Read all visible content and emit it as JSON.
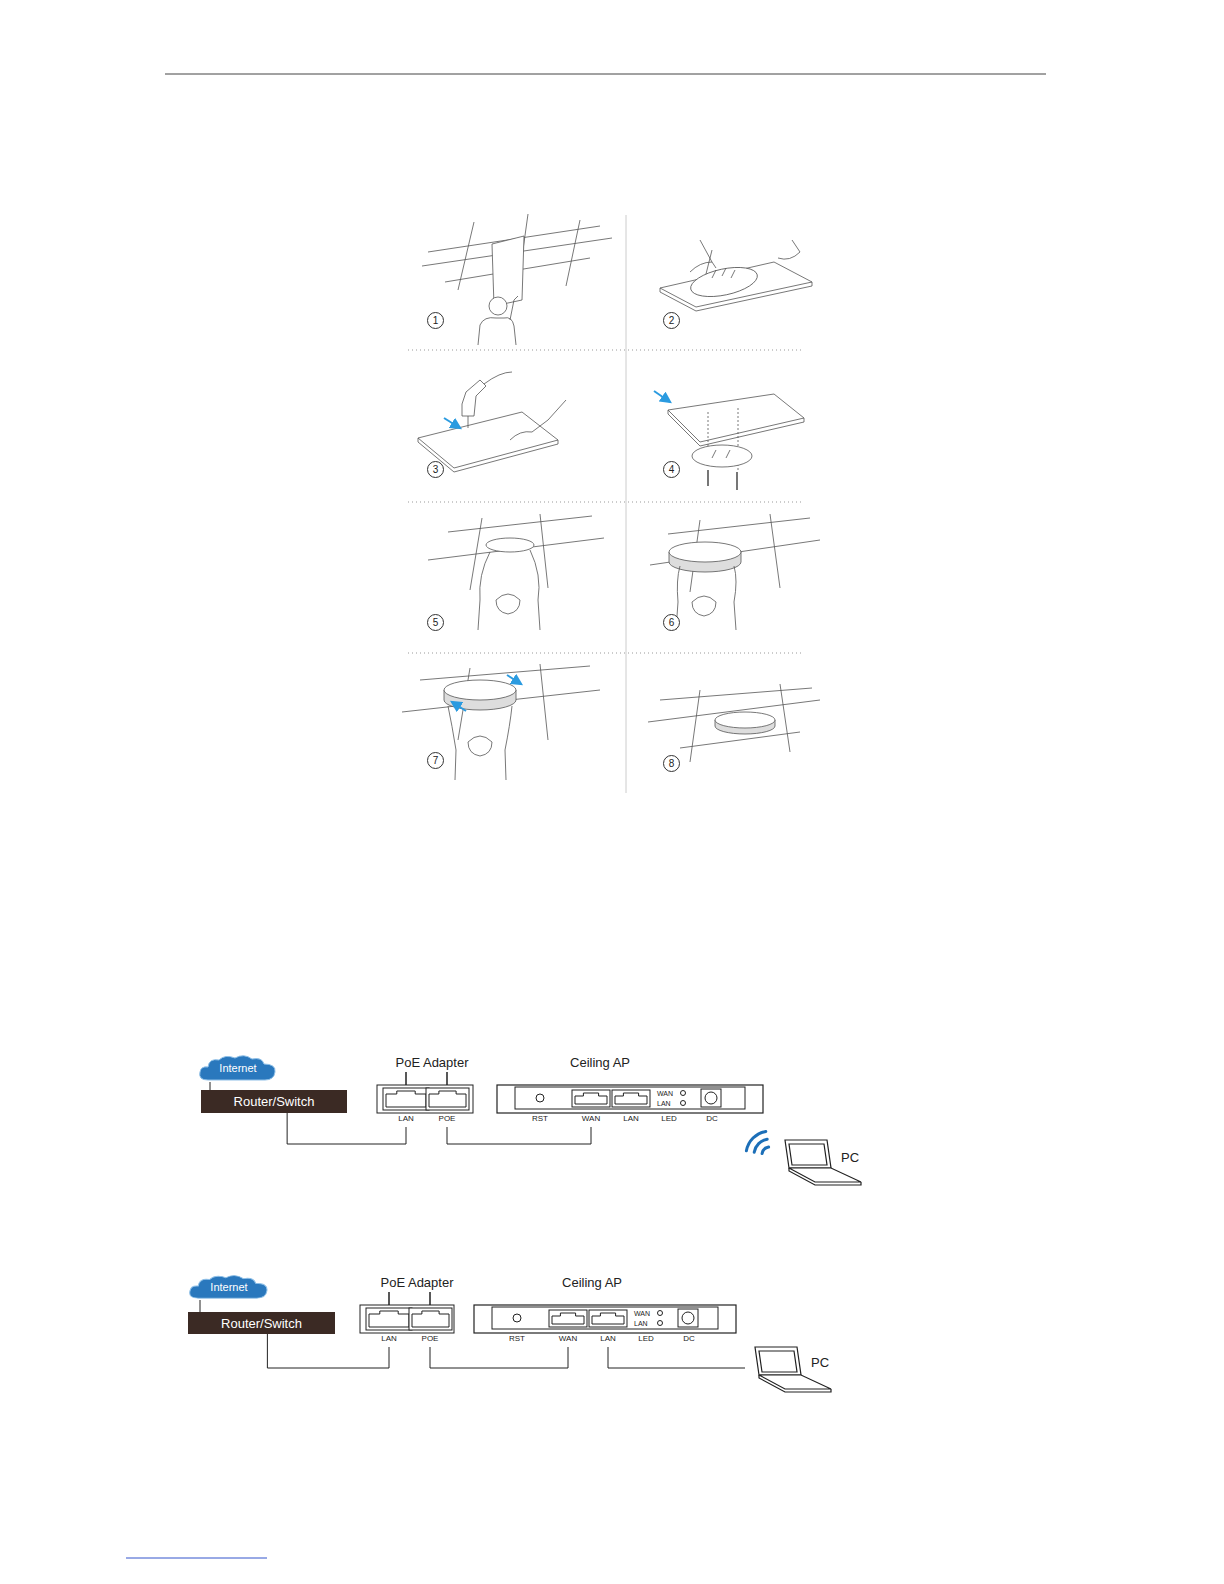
{
  "diagram": {
    "nodes": [
      {
        "text": [
          "Internet"
        ]
      },
      {
        "text": [
          "Router/Switch"
        ]
      },
      {
        "text": [
          "PoE Adapter",
          "LAN",
          "POE"
        ]
      },
      {
        "text": [
          "Ceiling AP",
          "WAN",
          "LAN",
          "RST",
          "WAN",
          "LAN",
          "LED",
          "DC"
        ]
      },
      {
        "text": [
          "PC"
        ]
      },
      {
        "text": [
          "Internet"
        ]
      },
      {
        "text": [
          "Router/Switch"
        ]
      },
      {
        "text": [
          "PoE Adapter",
          "LAN",
          "POE"
        ]
      },
      {
        "text": [
          "Ceiling AP",
          "WAN",
          "LAN",
          "RST",
          "WAN",
          "LAN",
          "LED",
          "DC"
        ]
      },
      {
        "text": [
          "PC"
        ]
      }
    ],
    "edges": [
      {
        "from": 0,
        "to": 1,
        "arrow": "none"
      },
      {
        "from": 1,
        "to": 2,
        "arrow": "none"
      },
      {
        "from": 2,
        "to": 3,
        "arrow": "none"
      },
      {
        "from": 5,
        "to": 6,
        "arrow": "none"
      },
      {
        "from": 6,
        "to": 7,
        "arrow": "none"
      },
      {
        "from": 7,
        "to": 8,
        "arrow": "none"
      },
      {
        "from": 8,
        "to": 9,
        "arrow": "none"
      }
    ],
    "labels": [
      "1",
      "2",
      "3",
      "4",
      "5",
      "6",
      "7",
      "8"
    ]
  }
}
